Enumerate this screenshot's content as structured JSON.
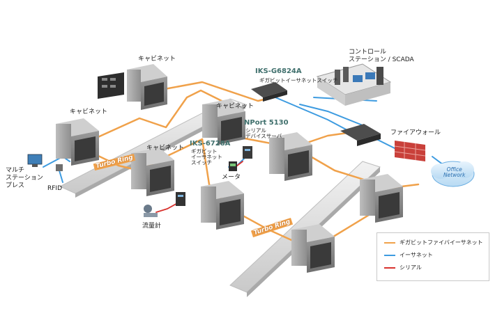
{
  "labels": {
    "cabinet_1": "キャビネット",
    "cabinet_2": "キャビネット",
    "cabinet_3": "キャビネット",
    "cabinet_4": "キャビネット",
    "control_station": "コントロール\nステーション / SCADA",
    "iks_g6824a_model": "IKS-G6824A",
    "iks_g6824a_desc": "ギガビットイーサネットスイッチ",
    "nport_model": "NPort 5130",
    "nport_desc": "シリアル\nデバイスサーバ",
    "iks_6728a_model": "IKS-6728A",
    "iks_6728a_desc": "ギガビット\nイーサネット\nスイッチ",
    "meter": "メータ",
    "firewall": "ファイアウォール",
    "office_network": "Office\nNetwork",
    "multi_station": "マルチ\nステーション\nプレス",
    "rfid": "RFID",
    "flowmeter": "流量計",
    "turbo_ring_1": "Turbo Ring",
    "turbo_ring_2": "Turbo Ring"
  },
  "legend": [
    {
      "label": "ギガビットファイバイーサネット",
      "color": "#f0a14a"
    },
    {
      "label": "イーサネット",
      "color": "#3d9be0"
    },
    {
      "label": "シリアル",
      "color": "#d8322e"
    }
  ],
  "colors": {
    "fiber": "#f0a14a",
    "ethernet": "#3d9be0",
    "serial": "#d8322e",
    "cabinet": "#8a8a8a",
    "conveyor": "#d9d9d9",
    "firewall": "#c9403a"
  }
}
